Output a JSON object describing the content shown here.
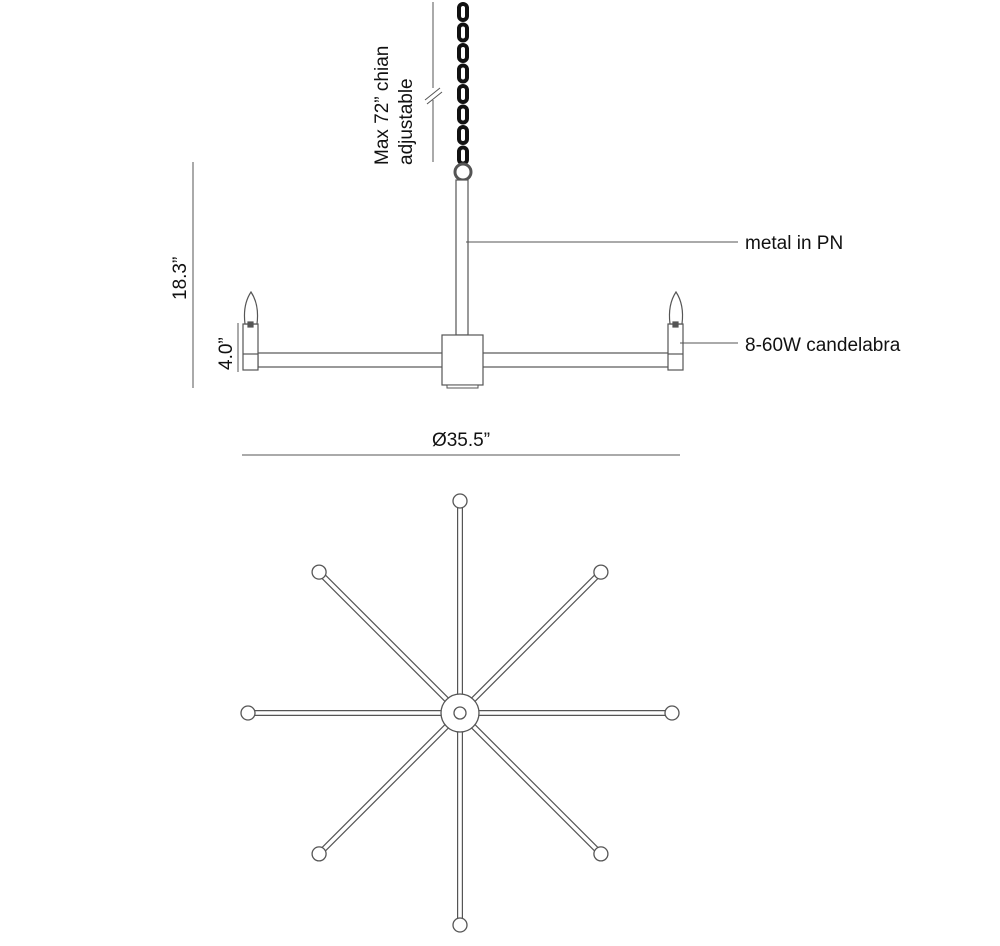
{
  "labels": {
    "chain": "Max 72” chian",
    "chain_sub": "adjustable",
    "height": "18.3”",
    "cup_height": "4.0”",
    "material": "metal in PN",
    "bulb": "8-60W candelabra",
    "diameter": "Ø35.5”"
  },
  "arm_count": 8
}
